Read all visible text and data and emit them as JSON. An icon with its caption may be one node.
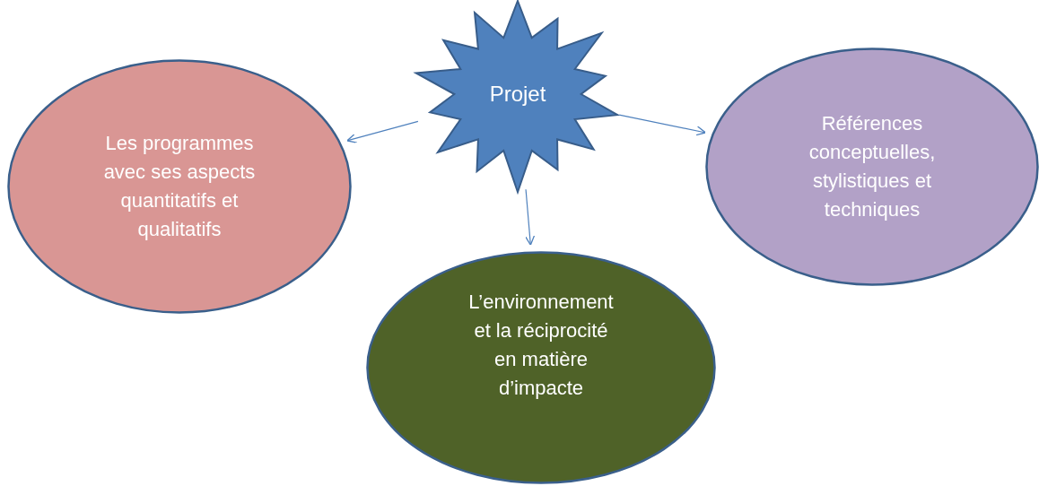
{
  "diagram": {
    "nodes": [
      {
        "text": [
          "Projet"
        ]
      },
      {
        "text": [
          "Les programmes avec ses aspects quantitatifs et qualitatifs"
        ]
      },
      {
        "text": [
          "Références conceptuelles, stylistiques et techniques"
        ]
      },
      {
        "text": [
          "L’environnement et la réciprocité en matière d’impacte"
        ]
      }
    ],
    "edges": [
      {
        "from": 0,
        "to": 1,
        "arrow": "to"
      },
      {
        "from": 0,
        "to": 2,
        "arrow": "to"
      },
      {
        "from": 0,
        "to": 3,
        "arrow": "to"
      }
    ]
  }
}
